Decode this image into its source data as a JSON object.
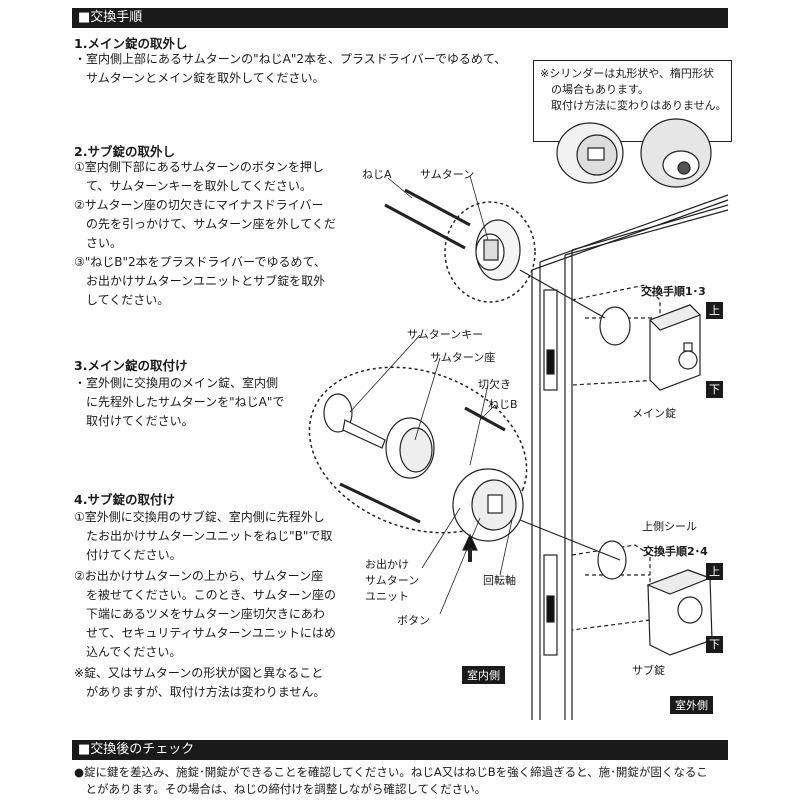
{
  "header": {
    "title": "■交換手順"
  },
  "step1": {
    "title": "1.メイン錠の取外し",
    "lines": [
      "・室内側上部にあるサムターンの\"ねじA\"2本を、プラスドライバーでゆるめて、",
      "　サムターンとメイン錠を取外してください。"
    ]
  },
  "note": {
    "lines": [
      "※シリンダーは丸形状や、楕円形状",
      "　の場合もあります。",
      "　取付け方法に変わりはありません。"
    ]
  },
  "step2": {
    "title": "2.サブ錠の取外し",
    "lines": [
      "①室内側下部にあるサムターンのボタンを押し",
      "　て、サムターンキーを取外してください。",
      "②サムターン座の切欠きにマイナスドライバー",
      "　の先を引っかけて、サムターン座を外してくだ",
      "　さい。",
      "③\"ねじB\"2本をプラスドライバーでゆるめて、",
      "　お出かけサムターンユニットとサブ錠を取外",
      "　してください。"
    ]
  },
  "step3": {
    "title": "3.メイン錠の取付け",
    "lines": [
      "・室外側に交換用のメイン錠、室内側",
      "　に先程外したサムターンを\"ねじA\"で",
      "　取付けてください。"
    ]
  },
  "step4": {
    "title": "4.サブ錠の取付け",
    "lines": [
      "①室外側に交換用のサブ錠、室内側に先程外し",
      "　たお出かけサムターンユニットをねじ\"B\"で取",
      "　付けてください。",
      "②お出かけサムターンの上から、サムターン座",
      "　を被せてください。このとき、サムターン座の",
      "　下端にあるツメをサムターン座切欠きにあわ",
      "　せて、セキュリティサムターンユニットにはめ",
      "　込んでください。",
      "※錠、又はサムターンの形状が図と異なること",
      "　がありますが、取付け方法は変わりません。"
    ]
  },
  "labels": {
    "neji_a": "ねじA",
    "thumbturn": "サムターン",
    "thumbturn_key": "サムターンキー",
    "thumbturn_seat": "サムターン座",
    "notch": "切欠き",
    "neji_b": "ねじB",
    "odekake": "お出かけ\nサムターン\nユニット",
    "button": "ボタン",
    "rotation_axis": "回転軸",
    "step13": "交換手順1･3",
    "step24": "交換手順2･4",
    "main_lock": "メイン錠",
    "sub_lock": "サブ錠",
    "upper_seal": "上側シール",
    "up": "上",
    "down": "下",
    "indoor": "室内側",
    "outdoor": "室外側"
  },
  "check": {
    "title": "■交換後のチェック",
    "lines": [
      "●錠に鍵を差込み、施錠･開錠ができることを確認してください。ねじA又はねじBを強く締過ぎると、施･開錠が固くなるこ",
      "　とがあります。その場合は、ねじの締付けを調整しながら確認してください。"
    ]
  }
}
